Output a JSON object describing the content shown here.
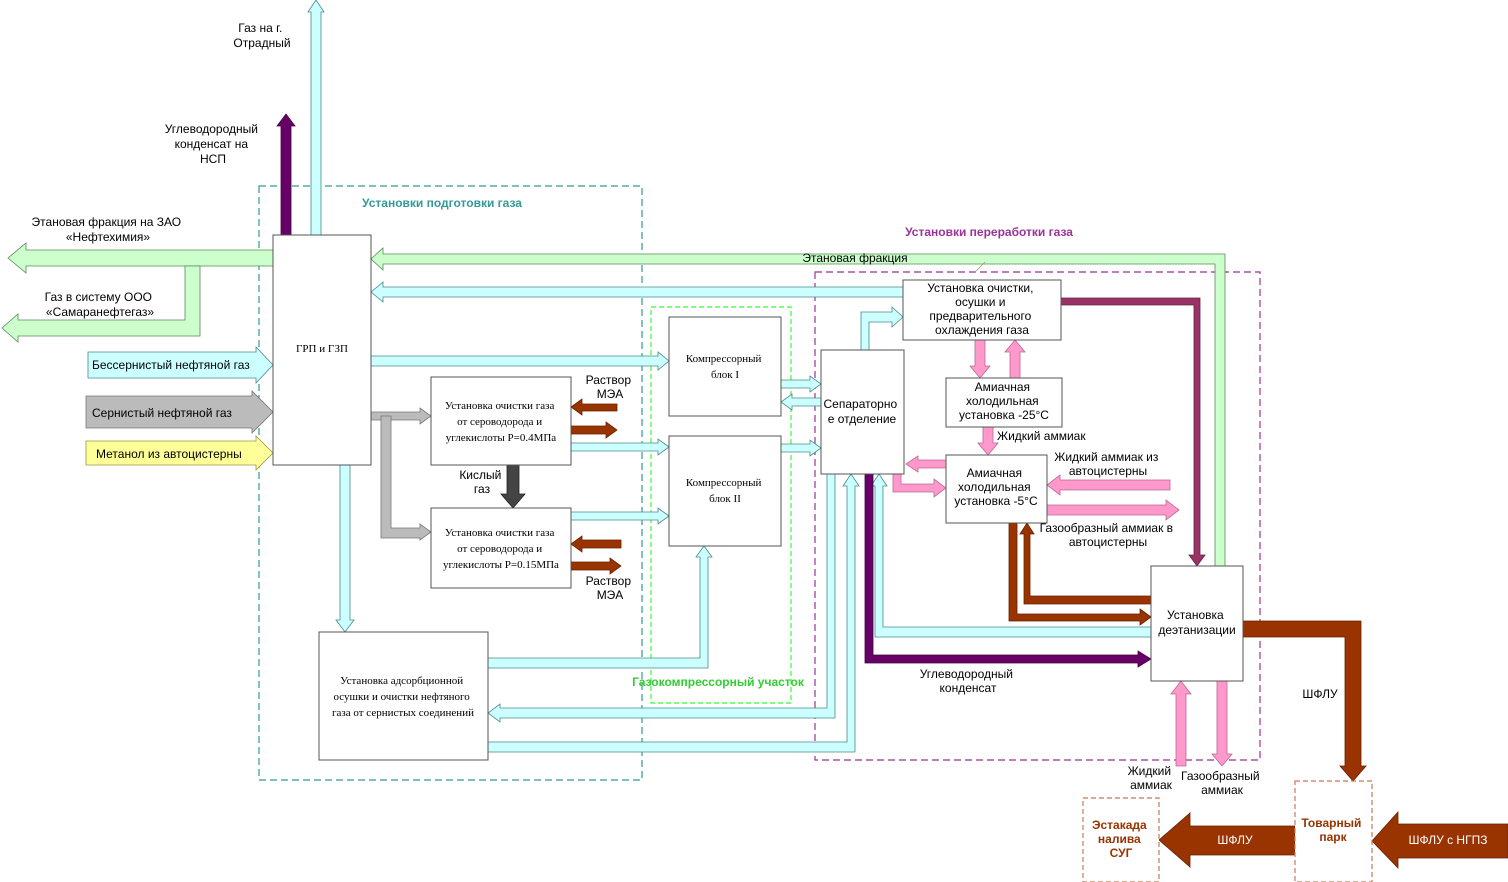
{
  "regions": {
    "gas_prep": "Установки подготовки газа",
    "gas_proc": "Установки переработки газа",
    "compressor": "Газокомпрессорный участок"
  },
  "boxes": {
    "grp": "ГРП и ГЗП",
    "clean04": [
      "Установка очистки газа",
      "от сероводорода и",
      "углекислоты Р=0.4МПа"
    ],
    "clean015": [
      "Установка очистки газа",
      "от сероводорода и",
      "углекислоты Р=0.15МПа"
    ],
    "adsorb": [
      "Установка адсорбционной",
      "осушки и очистки нефтяного",
      "газа от сернистых соединений"
    ],
    "comp1": [
      "Компрессорный",
      "блок I"
    ],
    "comp2": [
      "Компрессорный",
      "блок II"
    ],
    "separator": [
      "Сепараторно",
      "е отделение"
    ],
    "clean_dry": [
      "Установка очистки,",
      "осушки и",
      "предварительного",
      "охлаждения газа"
    ],
    "amm25": [
      "Амиачная",
      "холодильная",
      "установка -25°С"
    ],
    "amm5": [
      "Амиачная",
      "холодильная",
      "установка -5°С"
    ],
    "deethan": [
      "Установка",
      "деэтанизации"
    ],
    "estakada": [
      "Эстакада",
      "налива",
      "СУГ"
    ],
    "tovarny": [
      "Товарный",
      "парк"
    ]
  },
  "labels": {
    "gas_otradny": [
      "Газ на г.",
      "Отрадный"
    ],
    "condensate_nsp": [
      "Углеводородный",
      "конденсат на",
      "НСП"
    ],
    "ethane_zao": [
      "Этановая фракция на ЗАО",
      "«Нефтехимия»"
    ],
    "gas_ooo": [
      "Газ в систему ООО",
      "«Самаранефтегаз»"
    ],
    "sweet_gas": "Бессернистый нефтяной газ",
    "sour_gas": "Сернистый нефтяной газ",
    "methanol": "Метанол из автоцистерны",
    "mea_top": [
      "Раствор",
      "МЭА"
    ],
    "mea_bottom": [
      "Раствор",
      "МЭА"
    ],
    "acid_gas": [
      "Кислый",
      "газ"
    ],
    "ethane_fraction": "Этановая фракция",
    "liquid_ammonia": "Жидкий аммиак",
    "liquid_ammonia_truck": [
      "Жидкий аммиак из",
      "автоцистерны"
    ],
    "gas_ammonia_truck": [
      "Газообразный аммиак в",
      "автоцистерны"
    ],
    "hc_condensate": [
      "Углеводородный",
      "конденсат"
    ],
    "shflu_right": "ШФЛУ",
    "liquid_ammonia_bottom": [
      "Жидкий",
      "аммиак"
    ],
    "gas_ammonia_bottom": [
      "Газообразный",
      "аммиак"
    ],
    "shflu_bottom": "ШФЛУ",
    "shflu_ngpz": "ШФЛУ с НГПЗ"
  },
  "colors": {
    "light_blue": "#ccffff",
    "light_green": "#ccffcc",
    "pink": "#ff99cc",
    "brown": "#993300",
    "maroon": "#993366",
    "purple": "#660066",
    "gray": "#bbbbbb",
    "yellow": "#ffff99",
    "teal_region": "#339999",
    "purple_region": "#993399",
    "green_region": "#33ff33",
    "orange_region": "#cc7755"
  }
}
